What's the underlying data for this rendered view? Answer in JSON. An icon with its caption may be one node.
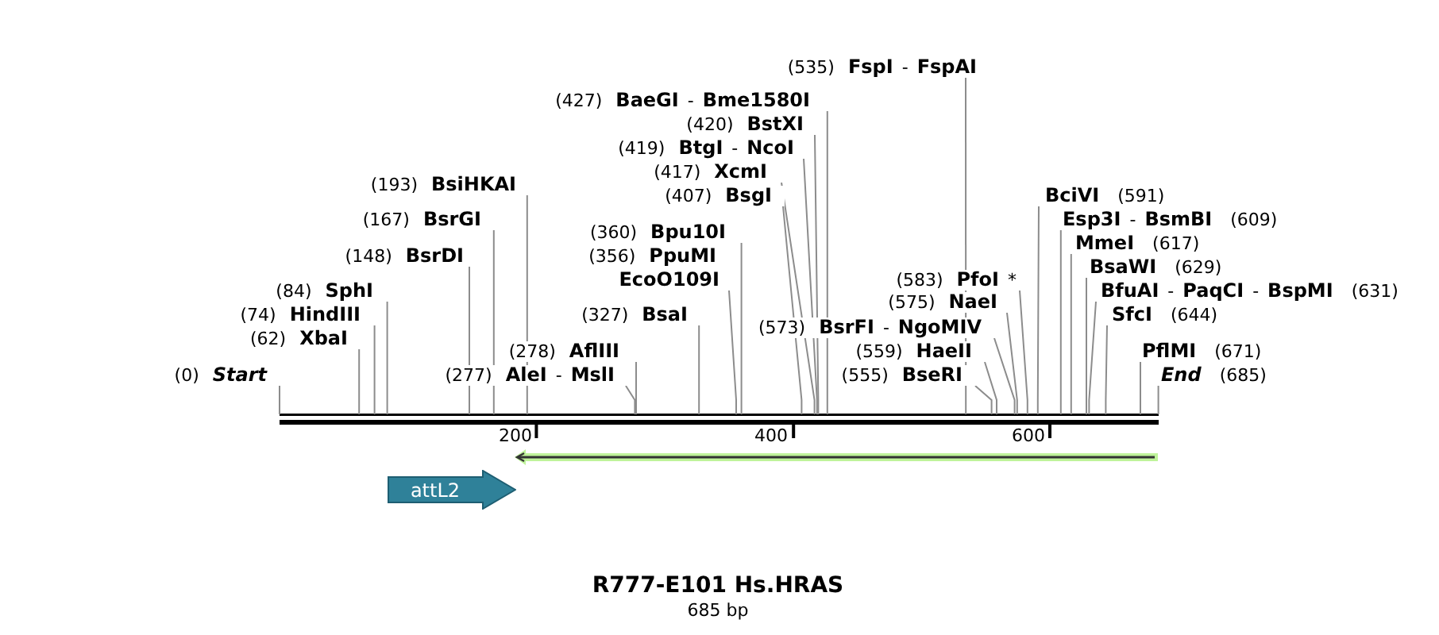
{
  "diagram": {
    "title": "R777-E101 Hs.HRAS",
    "nodes": [
      {
        "text": [
          "(535) **FspI** - **FspAI**"
        ]
      },
      {
        "text": [
          "(427) **BaeGI** - **Bme1580I**"
        ]
      },
      {
        "text": [
          "(420) **BstXI**"
        ]
      },
      {
        "text": [
          "(419) **BtgI** - **NcoI**"
        ]
      },
      {
        "text": [
          "(417) **XcmI**"
        ]
      },
      {
        "text": [
          "(193) **BsiHKAI**"
        ]
      },
      {
        "text": [
          "(407) **BsgI**"
        ]
      },
      {
        "text": [
          "**BciVI** (591)"
        ]
      },
      {
        "text": [
          "(167) **BsrGI**"
        ]
      },
      {
        "text": [
          "**Esp3I** - **BsmBI** (609)"
        ]
      },
      {
        "text": [
          "(360) **Bpu10I**"
        ]
      },
      {
        "text": [
          "**MmeI** (617)"
        ]
      },
      {
        "text": [
          "(148) **BsrDI**"
        ]
      },
      {
        "text": [
          "(356) **PpuMI**",
          "EcoO109I"
        ]
      },
      {
        "text": [
          "**BsaWI** (629)"
        ]
      },
      {
        "text": [
          "(583) **PfoI** *"
        ]
      },
      {
        "text": [
          "(84) **SphI**"
        ]
      },
      {
        "text": [
          "**BfuAI** - **PaqCI** - **BspMI** (631)"
        ]
      },
      {
        "text": [
          "(575) **NaeI**"
        ]
      },
      {
        "text": [
          "(74) **HindIII**"
        ]
      },
      {
        "text": [
          "(327) **BsaI**"
        ]
      },
      {
        "text": [
          "**SfcI** (644)"
        ]
      },
      {
        "text": [
          "(573) **BsrFI** - **NgoMIV**"
        ]
      },
      {
        "text": [
          "(62) **XbaI**"
        ]
      },
      {
        "text": [
          "(278) **AflIII**"
        ]
      },
      {
        "text": [
          "(559) **HaeII**"
        ]
      },
      {
        "text": [
          "**PflMI** (671)"
        ]
      },
      {
        "text": [
          "(0) **Start**"
        ]
      },
      {
        "text": [
          "(277) **AleI** - **MslI**"
        ]
      },
      {
        "text": [
          "(555) **BseRI**"
        ]
      },
      {
        "text": [
          "**End** (685)"
        ]
      },
      {
        "text": [],
        "shape": "arrow"
      },
      {
        "text": [
          "attL2"
        ]
      }
    ],
    "edges": [
      {
        "from": 0,
        "to": null,
        "arrow": "none"
      },
      {
        "from": 1,
        "to": null,
        "arrow": "none"
      },
      {
        "from": 2,
        "to": null,
        "arrow": "none"
      },
      {
        "from": 3,
        "to": null,
        "arrow": "none"
      },
      {
        "from": 4,
        "to": null,
        "arrow": "none"
      },
      {
        "from": 5,
        "to": null,
        "arrow": "none"
      },
      {
        "from": 6,
        "to": null,
        "arrow": "none"
      },
      {
        "from": 7,
        "to": null,
        "arrow": "none"
      },
      {
        "from": 8,
        "to": null,
        "arrow": "none"
      },
      {
        "from": 9,
        "to": null,
        "arrow": "none"
      },
      {
        "from": 10,
        "to": null,
        "arrow": "none"
      },
      {
        "from": 11,
        "to": null,
        "arrow": "none"
      },
      {
        "from": 12,
        "to": null,
        "arrow": "none"
      },
      {
        "from": 13,
        "to": null,
        "arrow": "none"
      },
      {
        "from": 14,
        "to": null,
        "arrow": "none"
      },
      {
        "from": 15,
        "to": null,
        "arrow": "none"
      },
      {
        "from": 16,
        "to": null,
        "arrow": "none"
      },
      {
        "from": 17,
        "to": null,
        "arrow": "none"
      },
      {
        "from": 18,
        "to": null,
        "arrow": "none"
      },
      {
        "from": 19,
        "to": null,
        "arrow": "none"
      },
      {
        "from": 20,
        "to": null,
        "arrow": "none"
      },
      {
        "from": 21,
        "to": null,
        "arrow": "none"
      },
      {
        "from": 22,
        "to": null,
        "arrow": "none"
      },
      {
        "from": 23,
        "to": null,
        "arrow": "none"
      },
      {
        "from": 24,
        "to": null,
        "arrow": "none"
      },
      {
        "from": 25,
        "to": null,
        "arrow": "none"
      },
      {
        "from": 26,
        "to": null,
        "arrow": "none"
      },
      {
        "from": 27,
        "to": null,
        "arrow": "none"
      },
      {
        "from": 28,
        "to": null,
        "arrow": "none"
      },
      {
        "from": 29,
        "to": null,
        "arrow": "none"
      },
      {
        "from": 30,
        "to": null,
        "arrow": "none"
      }
    ],
    "labels": [
      "200",
      "400",
      "600",
      "685 bp"
    ]
  }
}
